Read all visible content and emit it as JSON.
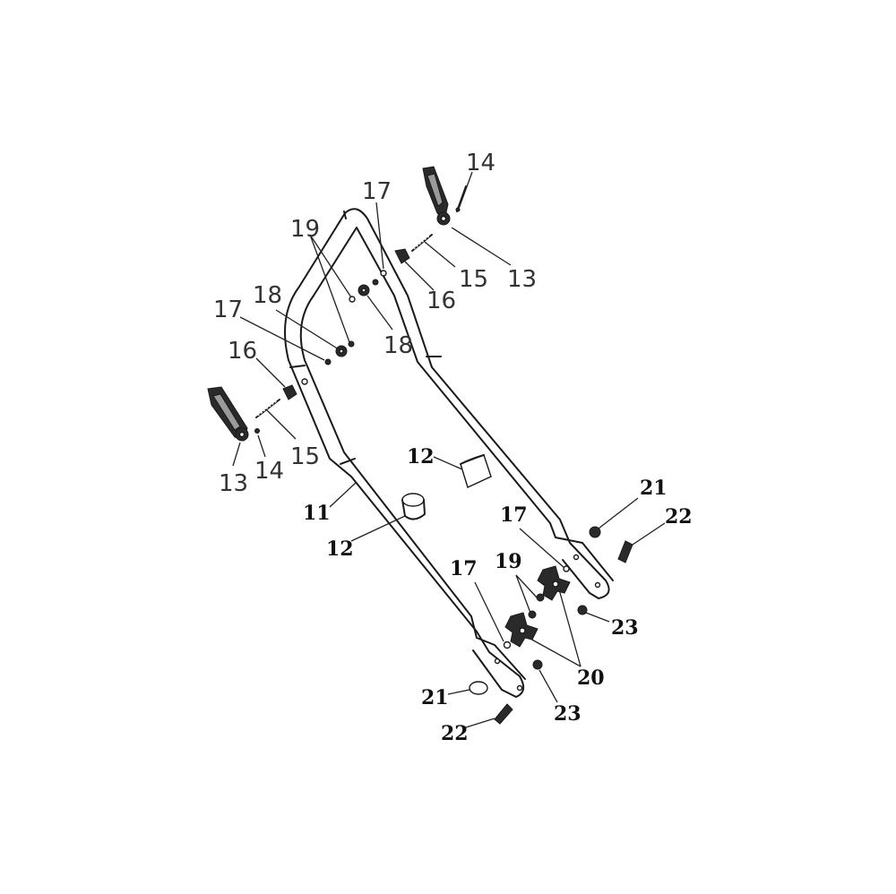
{
  "labels": {
    "p11": "11",
    "p12a": "12",
    "p12b": "12",
    "p13a": "13",
    "p13b": "13",
    "p14a": "14",
    "p14b": "14",
    "p15a": "15",
    "p15b": "15",
    "p16a": "16",
    "p16b": "16",
    "p17a": "17",
    "p17b": "17",
    "p17c": "17",
    "p17d": "17",
    "p18a": "18",
    "p18b": "18",
    "p19a": "19",
    "p19b": "19",
    "p20": "20",
    "p21a": "21",
    "p21b": "21",
    "p22a": "22",
    "p22b": "22",
    "p23a": "23",
    "p23b": "23"
  }
}
